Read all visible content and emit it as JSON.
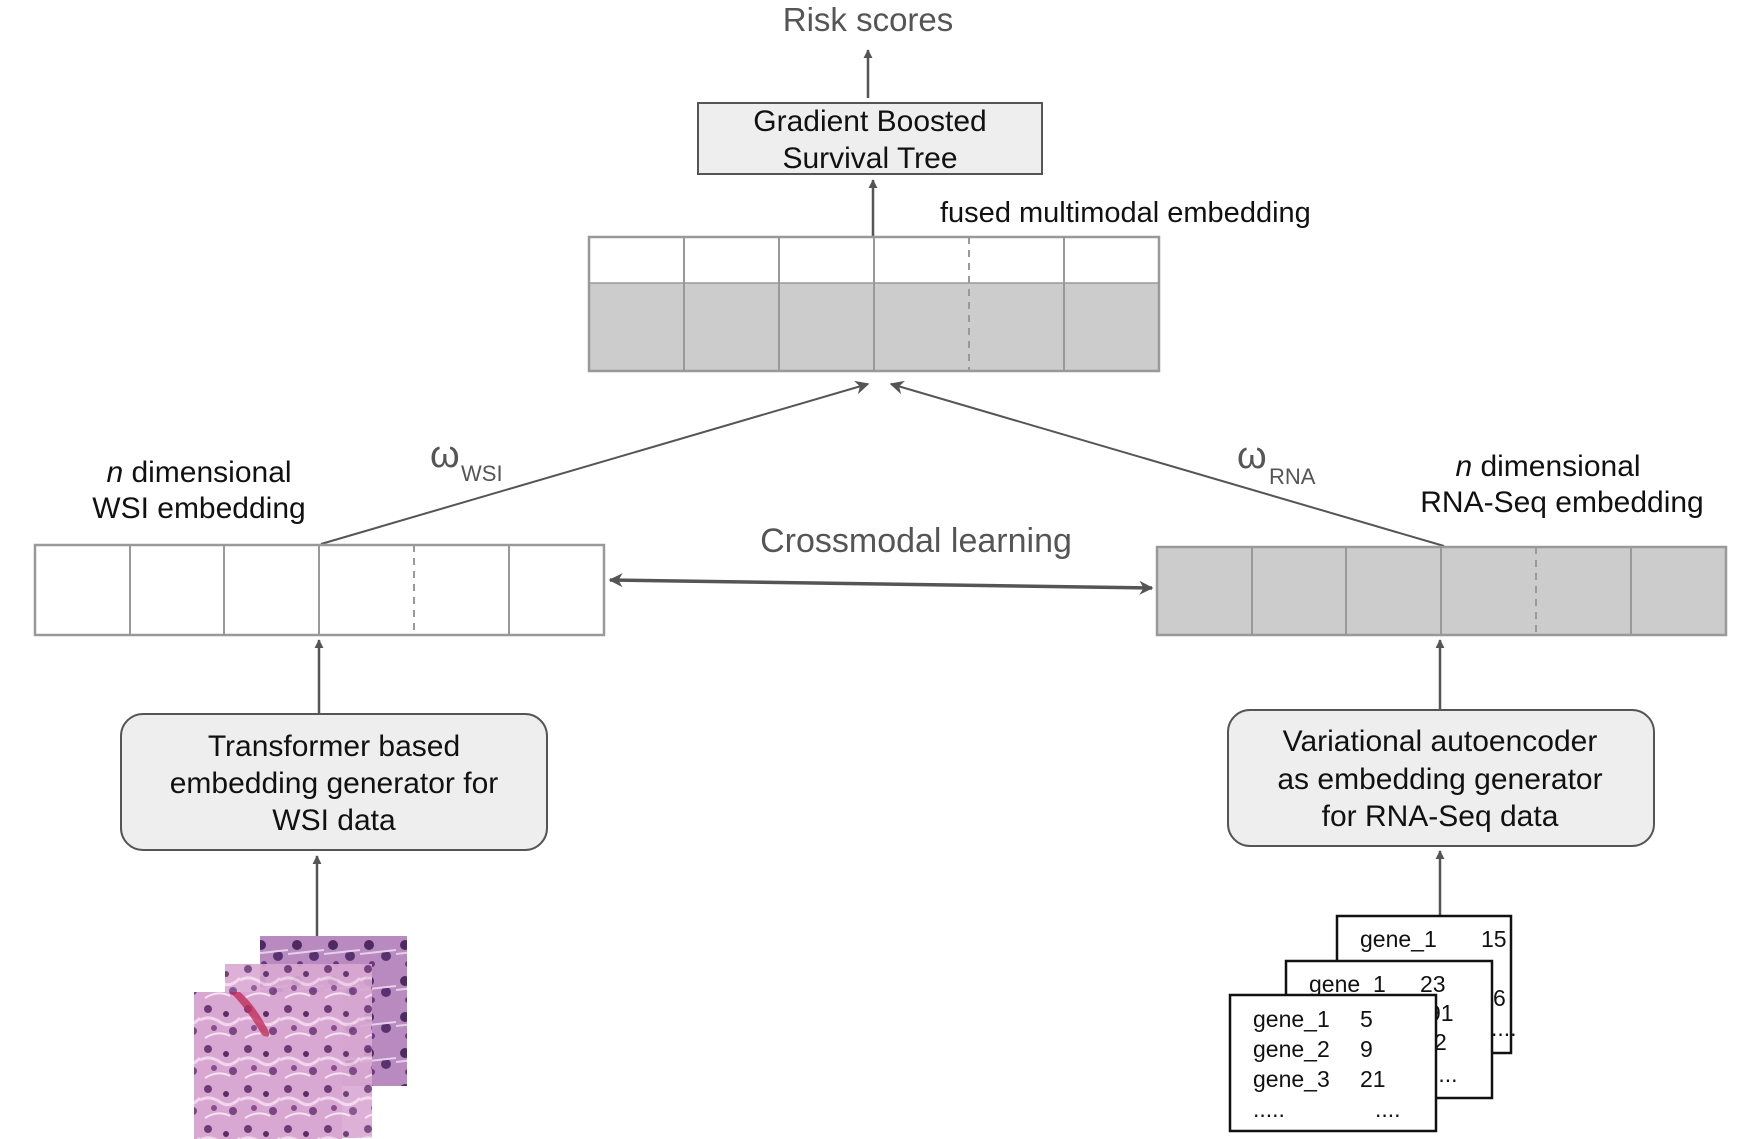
{
  "top": {
    "output_label": "Risk scores",
    "model_line1": "Gradient Boosted",
    "model_line2": "Survival Tree",
    "fused_label": "fused multimodal embedding"
  },
  "weights": {
    "wsi_symbol": "ω",
    "wsi_sub": "WSI",
    "rna_symbol": "ω",
    "rna_sub": "RNA"
  },
  "wsi": {
    "embed_italic": "n",
    "embed_line1_rest": " dimensional",
    "embed_line2": "WSI embedding",
    "generator_line1": "Transformer based",
    "generator_line2": "embedding generator for",
    "generator_line3": "WSI data",
    "image_alt": "histology slide tiles"
  },
  "rna": {
    "embed_italic": "n",
    "embed_line1_rest": " dimensional",
    "embed_line2": "RNA-Seq embedding",
    "generator_line1": "Variational autoencoder",
    "generator_line2": "as embedding generator",
    "generator_line3": "for RNA-Seq data"
  },
  "crossmodal_label": "Crossmodal learning",
  "tables": {
    "back": {
      "r1_gene": "gene_1",
      "r1_val": "15",
      "r2_val_partial": "6",
      "r4_dots": "...."
    },
    "middle": {
      "r1_gene": "gene_1",
      "r1_val": "23",
      "r2_val_partial": "91",
      "r3_val_partial": "2",
      "r4_dots": "...."
    },
    "front": {
      "rows": [
        {
          "gene": "gene_1",
          "val": "5"
        },
        {
          "gene": "gene_2",
          "val": "9"
        },
        {
          "gene": "gene_3",
          "val": "21"
        }
      ],
      "dots_left": ".....",
      "dots_right": "...."
    }
  },
  "colors": {
    "stroke": "#999999",
    "arrow": "#555555",
    "gray_cell": "#cccccc",
    "box_fill": "#eeeeee",
    "text": "#111111",
    "label_gray": "#555555",
    "histo_purple": "#8a4c8e",
    "histo_pink": "#d9a8d2"
  }
}
